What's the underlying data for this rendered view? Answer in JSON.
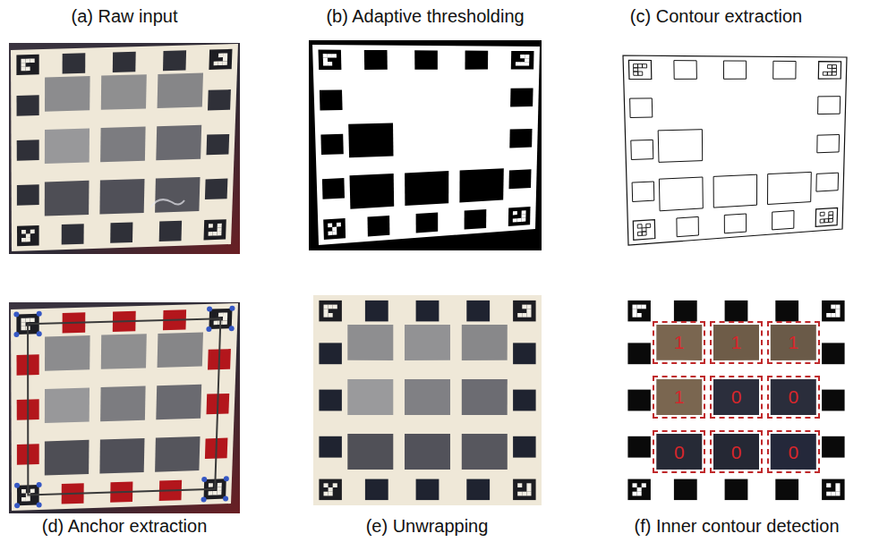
{
  "diagram": {
    "nodes": [
      {
        "text": [
          "1"
        ]
      },
      {
        "text": [
          "1"
        ]
      },
      {
        "text": [
          "1"
        ]
      },
      {
        "text": [
          "1"
        ]
      },
      {
        "text": [
          "0"
        ]
      },
      {
        "text": [
          "0"
        ]
      },
      {
        "text": [
          "0"
        ]
      },
      {
        "text": [
          "0"
        ]
      },
      {
        "text": [
          "0"
        ]
      }
    ],
    "labels": [
      "(a) Raw input",
      "(b) Adaptive thresholding",
      "(c) Contour extraction",
      "(d) Anchor extraction",
      "(e) Unwrapping",
      "(f) Inner contour detection"
    ]
  }
}
